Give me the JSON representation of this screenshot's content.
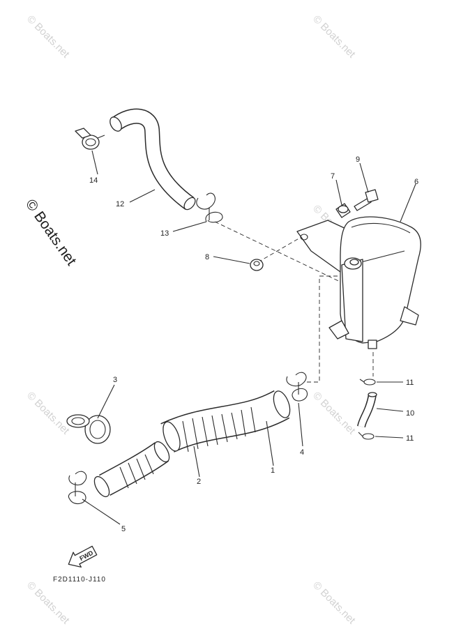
{
  "watermark": {
    "text": "© Boats.net",
    "faint_color": "#d2d2d2",
    "side_color": "#1e1e1e"
  },
  "callouts": [
    "1",
    "2",
    "3",
    "4",
    "5",
    "6",
    "7",
    "8",
    "9",
    "10",
    "11",
    "11",
    "12",
    "13",
    "14"
  ],
  "fwd_arrow_label": "FWD",
  "diagram_code": "F2D1110-J110",
  "icons": {
    "fwd_arrow": "fwd-arrow-icon"
  }
}
